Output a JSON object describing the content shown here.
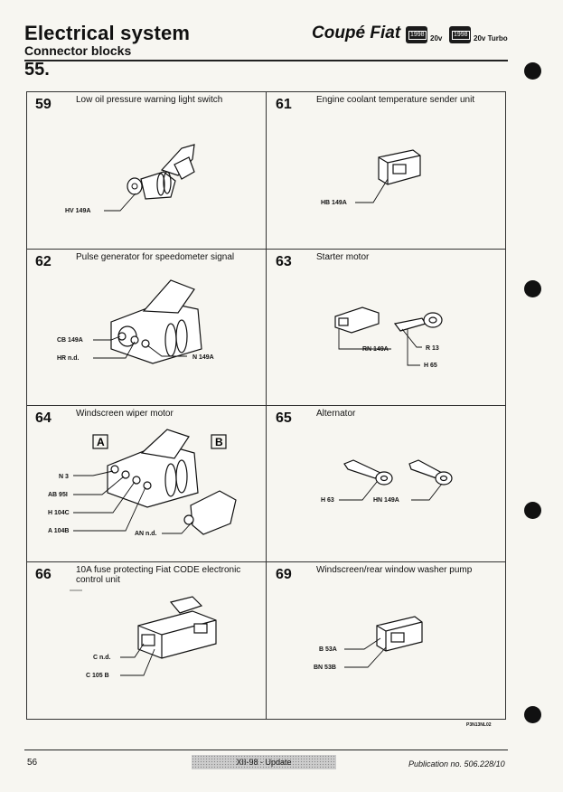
{
  "header": {
    "title": "Electrical system",
    "subtitle": "Connector blocks",
    "brand": "Coupé Fiat",
    "badge1": "1998",
    "badge1_suffix": "20v",
    "badge2": "1998",
    "badge2_suffix": "20v Turbo",
    "section": "55."
  },
  "cells": [
    {
      "num": "59",
      "desc": "Low oil pressure warning light switch",
      "labels": [
        "HV 149A"
      ]
    },
    {
      "num": "61",
      "desc": "Engine coolant temperature sender unit",
      "labels": [
        "HB 149A"
      ]
    },
    {
      "num": "62",
      "desc": "Pulse generator for speedometer signal",
      "labels": [
        "CB 149A",
        "HR n.d.",
        "N 149A"
      ]
    },
    {
      "num": "63",
      "desc": "Starter motor",
      "labels": [
        "RN 149A",
        "R 13",
        "H 65"
      ]
    },
    {
      "num": "64",
      "desc": "Windscreen wiper motor",
      "labels": [
        "A",
        "B",
        "N 3",
        "AB 95I",
        "H 104C",
        "A 104B",
        "AN n.d."
      ]
    },
    {
      "num": "65",
      "desc": "Alternator",
      "labels": [
        "H 63",
        "HN 149A"
      ]
    },
    {
      "num": "66",
      "desc": "10A fuse protecting Fiat CODE electronic control unit",
      "labels": [
        "C n.d.",
        "C 105 B"
      ]
    },
    {
      "num": "69",
      "desc": "Windscreen/rear window washer pump",
      "labels": [
        "B 53A",
        "BN 53B"
      ]
    }
  ],
  "footer": {
    "ref_code": "P3N13NL02",
    "page_number": "56",
    "update": "XII-98 - Update",
    "publication": "Publication no. 506.228/10"
  }
}
